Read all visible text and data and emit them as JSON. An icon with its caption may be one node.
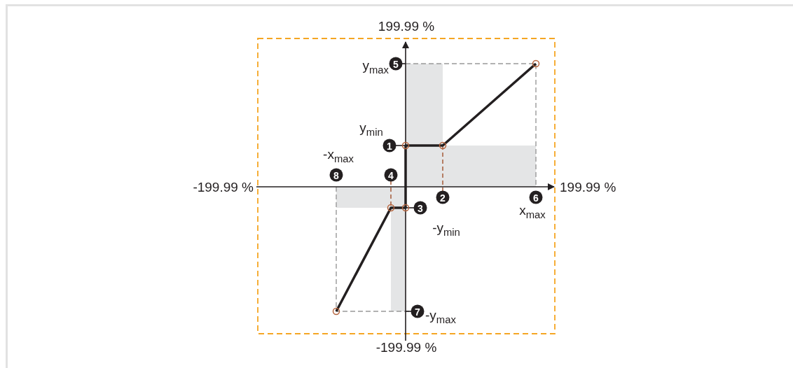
{
  "diagram": {
    "labels": [
      "199.99 %",
      "y$_{max}$",
      "5",
      "y$_{min}$",
      "1",
      "-x$_{max}$",
      "8",
      "4",
      "-199.99 %",
      "199.99 %",
      "2",
      "6",
      "3",
      "x$_{max}$",
      "-y$_{min}$",
      "7",
      "-y$_{max}$",
      "-199.99 %"
    ]
  }
}
